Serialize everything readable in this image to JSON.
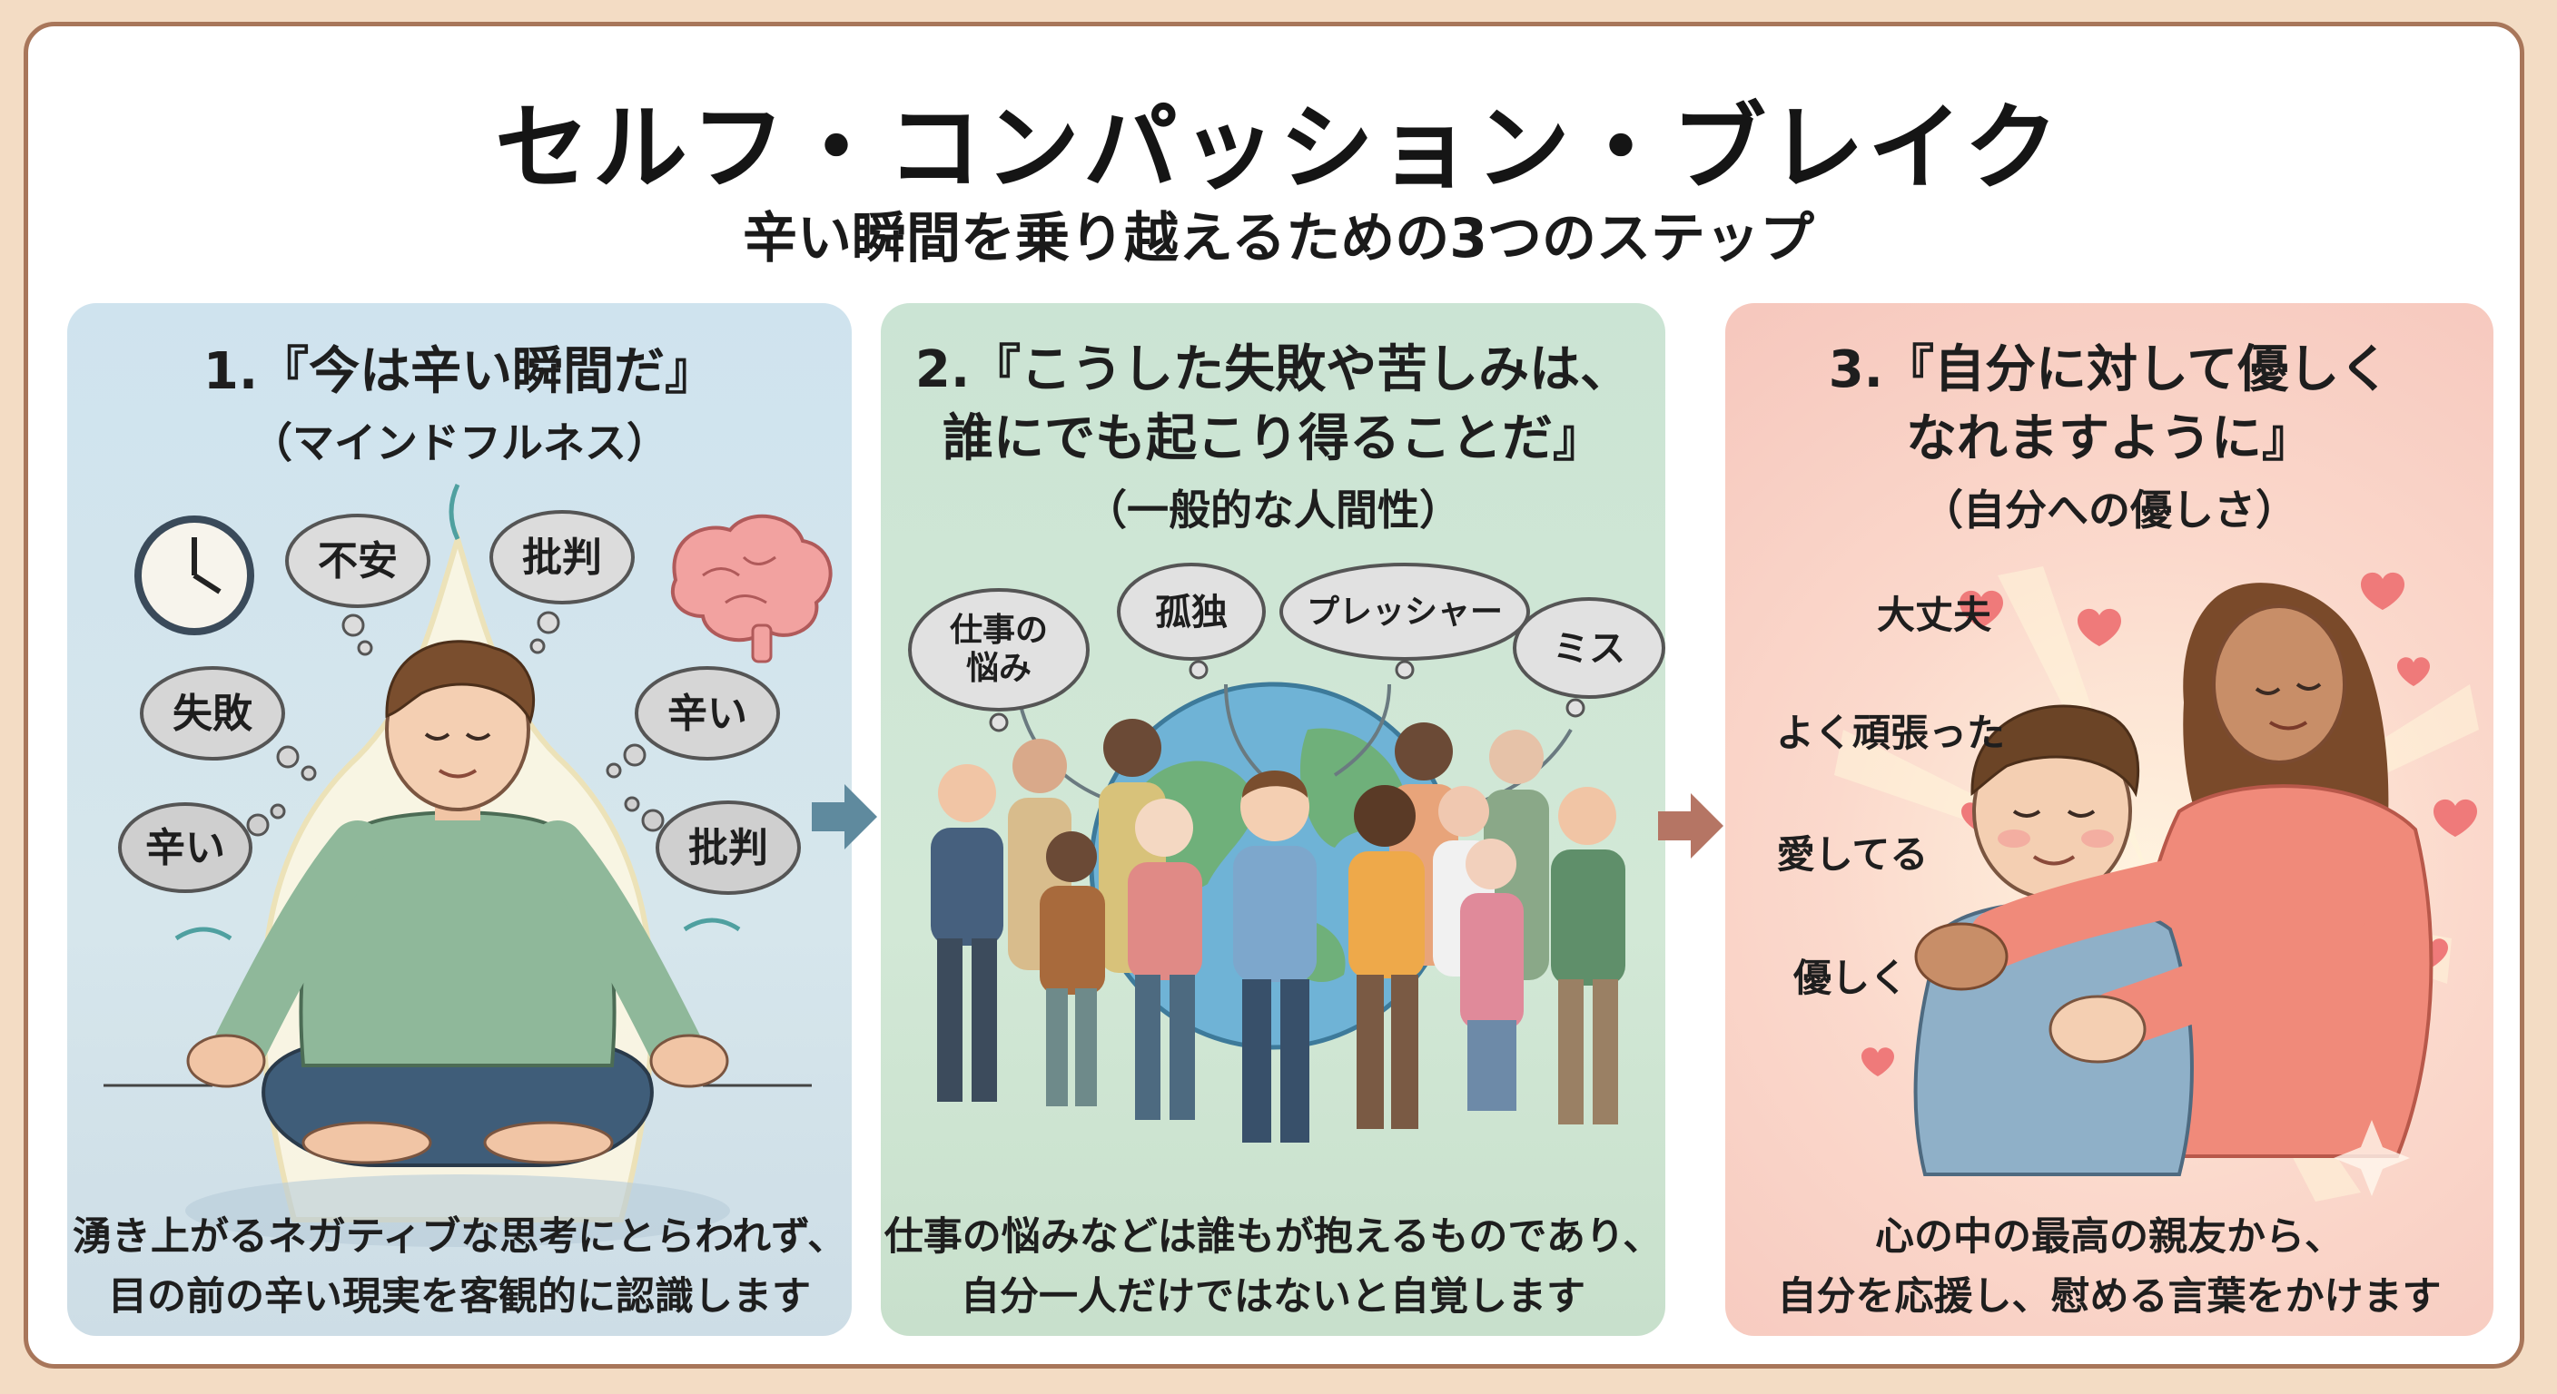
{
  "header": {
    "title": "セルフ・コンパッション・ブレイク",
    "subtitle": "辛い瞬間を乗り越えるための3つのステップ"
  },
  "colors": {
    "panel1": "#cfe3ee",
    "panel2": "#cbe4d4",
    "panel3": "#f6c7bd",
    "arrow1": "#5f8a9e",
    "arrow2": "#b57564",
    "frame": "#a8765a"
  },
  "steps": [
    {
      "title_lines": [
        "1.『今は辛い瞬間だ』"
      ],
      "subtitle": "（マインドフルネス）",
      "bubbles": [
        "不安",
        "批判",
        "失敗",
        "辛い",
        "辛い",
        "批判"
      ],
      "icons": [
        "clock-icon",
        "brain-icon"
      ],
      "desc_lines": [
        "湧き上がるネガティブな思考にとらわれず、",
        "目の前の辛い現実を客観的に認識します"
      ]
    },
    {
      "title_lines": [
        "2.『こうした失敗や苦しみは、",
        "誰にでも起こり得ることだ』"
      ],
      "subtitle": "（一般的な人間性）",
      "bubbles": [
        "仕事の",
        "悩み",
        "孤独",
        "プレッシャー",
        "ミス"
      ],
      "icons": [
        "globe-icon"
      ],
      "desc_lines": [
        "仕事の悩みなどは誰もが抱えるものであり、",
        "自分一人だけではないと自覚します"
      ]
    },
    {
      "title_lines": [
        "3.『自分に対して優しく",
        "なれますように』"
      ],
      "subtitle": "（自分への優しさ）",
      "phrases": [
        "大丈夫",
        "よく頑張った",
        "愛してる",
        "優しく"
      ],
      "icons": [
        "heart-icon"
      ],
      "desc_lines": [
        "心の中の最高の親友から、",
        "自分を応援し、慰める言葉をかけます"
      ]
    }
  ]
}
